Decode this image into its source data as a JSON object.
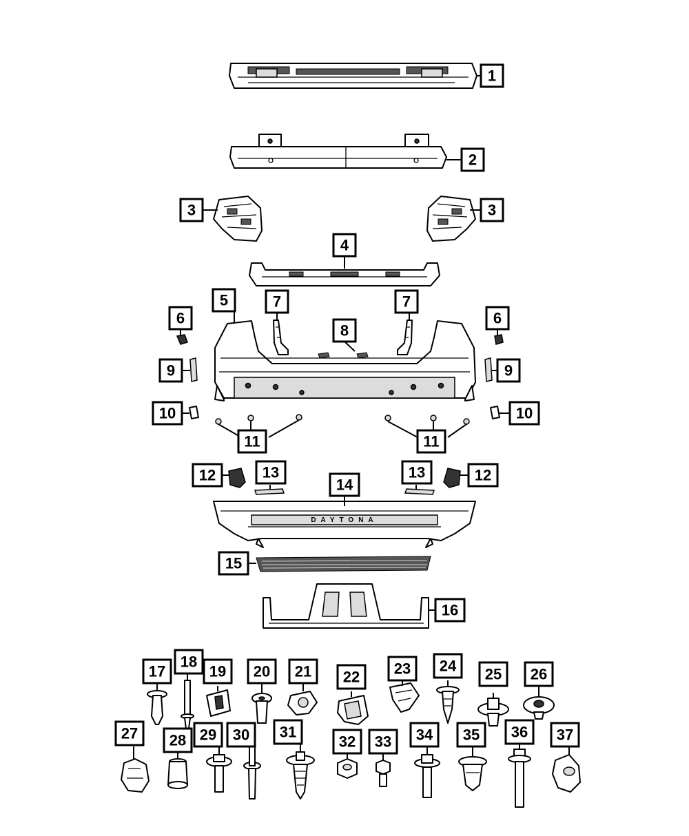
{
  "callouts": [
    {
      "id": "c1a",
      "label": "1"
    },
    {
      "id": "c2a",
      "label": "2"
    },
    {
      "id": "c3a",
      "label": "3"
    },
    {
      "id": "c3b",
      "label": "3"
    },
    {
      "id": "c4a",
      "label": "4"
    },
    {
      "id": "c5a",
      "label": "5"
    },
    {
      "id": "c6a",
      "label": "6"
    },
    {
      "id": "c6b",
      "label": "6"
    },
    {
      "id": "c7a",
      "label": "7"
    },
    {
      "id": "c7b",
      "label": "7"
    },
    {
      "id": "c8a",
      "label": "8"
    },
    {
      "id": "c9a",
      "label": "9"
    },
    {
      "id": "c9b",
      "label": "9"
    },
    {
      "id": "c10a",
      "label": "10"
    },
    {
      "id": "c10b",
      "label": "10"
    },
    {
      "id": "c11a",
      "label": "11"
    },
    {
      "id": "c11b",
      "label": "11"
    },
    {
      "id": "c12a",
      "label": "12"
    },
    {
      "id": "c12b",
      "label": "12"
    },
    {
      "id": "c13a",
      "label": "13"
    },
    {
      "id": "c13b",
      "label": "13"
    },
    {
      "id": "c14a",
      "label": "14"
    },
    {
      "id": "c15a",
      "label": "15"
    },
    {
      "id": "c16a",
      "label": "16"
    },
    {
      "id": "c17a",
      "label": "17"
    },
    {
      "id": "c18a",
      "label": "18"
    },
    {
      "id": "c19a",
      "label": "19"
    },
    {
      "id": "c20a",
      "label": "20"
    },
    {
      "id": "c21a",
      "label": "21"
    },
    {
      "id": "c22a",
      "label": "22"
    },
    {
      "id": "c23a",
      "label": "23"
    },
    {
      "id": "c24a",
      "label": "24"
    },
    {
      "id": "c25a",
      "label": "25"
    },
    {
      "id": "c26a",
      "label": "26"
    },
    {
      "id": "c27a",
      "label": "27"
    },
    {
      "id": "c28a",
      "label": "28"
    },
    {
      "id": "c29a",
      "label": "29"
    },
    {
      "id": "c30a",
      "label": "30"
    },
    {
      "id": "c31a",
      "label": "31"
    },
    {
      "id": "c32a",
      "label": "32"
    },
    {
      "id": "c33a",
      "label": "33"
    },
    {
      "id": "c34a",
      "label": "34"
    },
    {
      "id": "c35a",
      "label": "35"
    },
    {
      "id": "c36a",
      "label": "36"
    },
    {
      "id": "c37a",
      "label": "37"
    }
  ],
  "fascia_lettering": "DAYTONA",
  "colors": {
    "line": "#000000",
    "background": "#ffffff",
    "shade": "#333333"
  }
}
